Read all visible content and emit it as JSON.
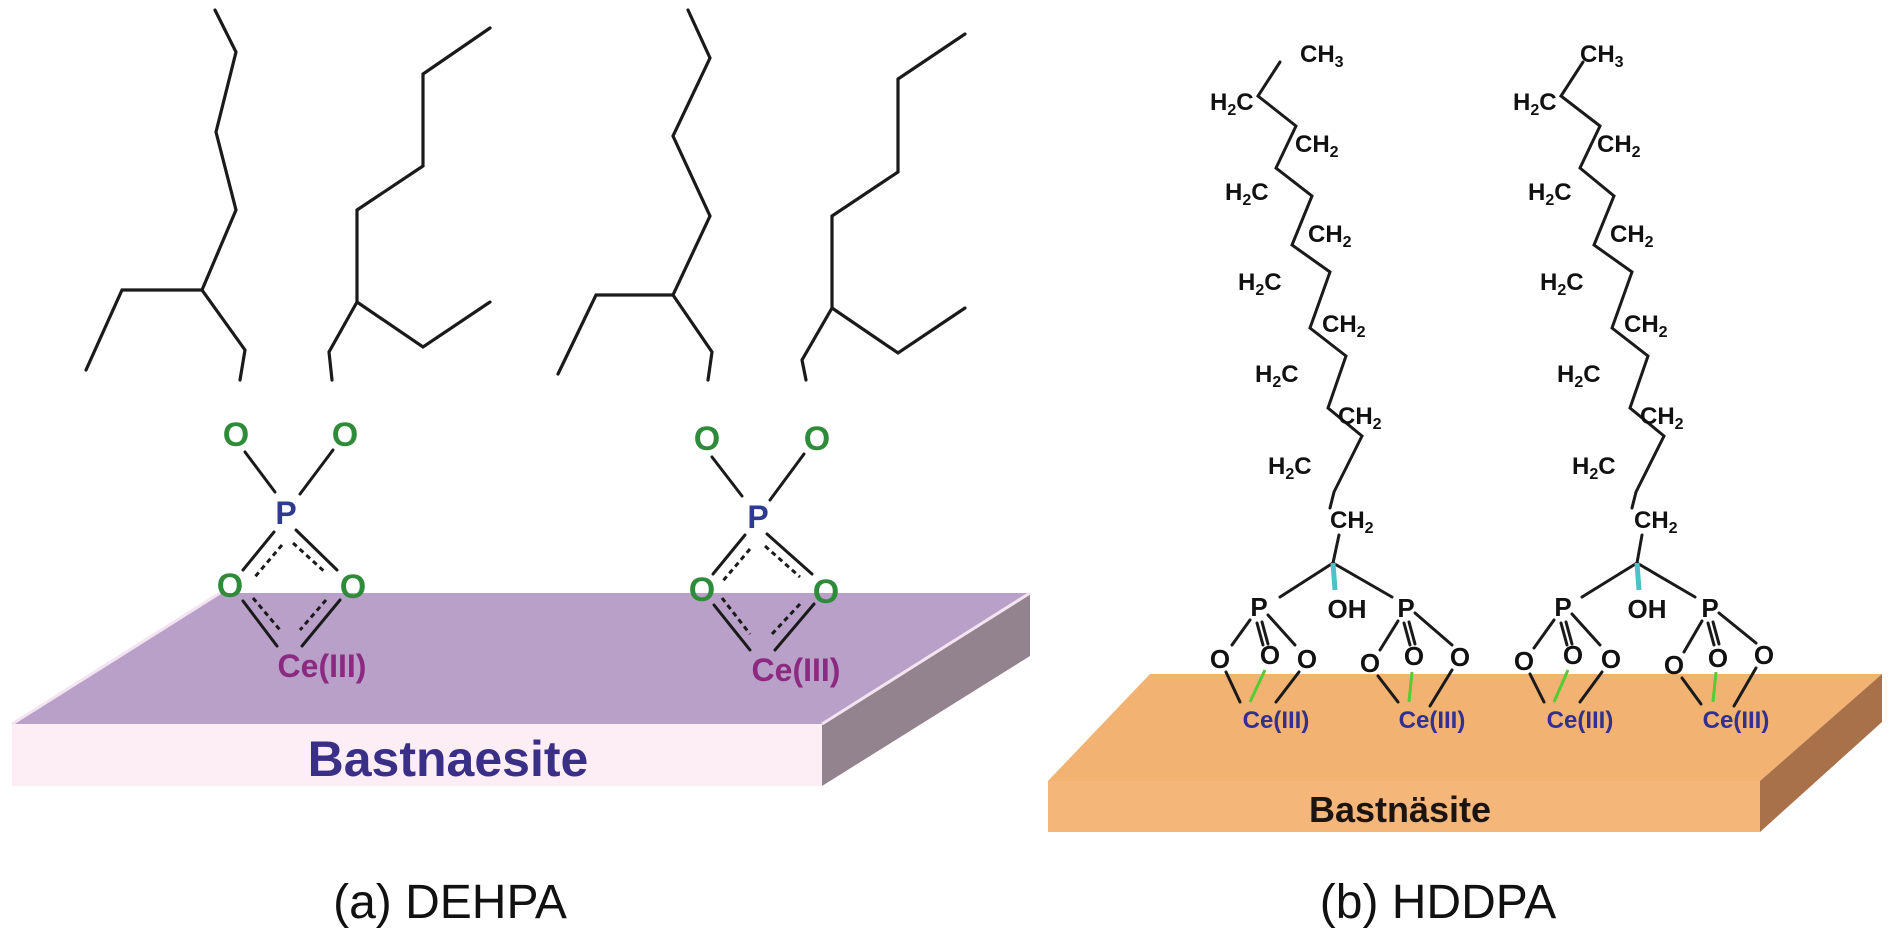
{
  "panel_a": {
    "caption": "(a)  DEHPA",
    "substrate_label": "Bastnaesite",
    "molecules": [
      {
        "p": "P",
        "o_ester_left": "O",
        "o_ester_right": "O",
        "o_bridge_left": "O",
        "o_bridge_right": "O",
        "metal": "Ce(III)"
      },
      {
        "p": "P",
        "o_ester_left": "O",
        "o_ester_right": "O",
        "o_bridge_left": "O",
        "o_bridge_right": "O",
        "metal": "Ce(III)"
      }
    ],
    "colors": {
      "oxygen": "#2e8b3a",
      "phosphorus": "#2f3b8f",
      "cerium": "#8b2a80",
      "slab_top": "#b8a0c8",
      "slab_front": "#fdeef6",
      "slab_side": "#93838f"
    }
  },
  "panel_b": {
    "caption": "(b)  HDDPA",
    "substrate_label": "Bastnäsite",
    "chains": [
      {
        "terminal": {
          "main": "CH",
          "sub": "3"
        },
        "groups": [
          {
            "main": "H",
            "sub": "2",
            "tail": "C"
          },
          {
            "main": "CH",
            "sub": "2"
          },
          {
            "main": "H",
            "sub": "2",
            "tail": "C"
          },
          {
            "main": "CH",
            "sub": "2"
          },
          {
            "main": "H",
            "sub": "2",
            "tail": "C"
          },
          {
            "main": "CH",
            "sub": "2"
          },
          {
            "main": "H",
            "sub": "2",
            "tail": "C"
          },
          {
            "main": "CH",
            "sub": "2"
          },
          {
            "main": "H",
            "sub": "2",
            "tail": "C"
          },
          {
            "main": "CH",
            "sub": "2"
          }
        ],
        "hydroxyl": "OH",
        "phosphonates": [
          {
            "p": "P",
            "oxygens": [
              "O",
              "O",
              "O"
            ],
            "metal": "Ce(III)"
          },
          {
            "p": "P",
            "oxygens": [
              "O",
              "O",
              "O"
            ],
            "metal": "Ce(III)"
          }
        ]
      },
      {
        "terminal": {
          "main": "CH",
          "sub": "3"
        },
        "groups": [
          {
            "main": "H",
            "sub": "2",
            "tail": "C"
          },
          {
            "main": "CH",
            "sub": "2"
          },
          {
            "main": "H",
            "sub": "2",
            "tail": "C"
          },
          {
            "main": "CH",
            "sub": "2"
          },
          {
            "main": "H",
            "sub": "2",
            "tail": "C"
          },
          {
            "main": "CH",
            "sub": "2"
          },
          {
            "main": "H",
            "sub": "2",
            "tail": "C"
          },
          {
            "main": "CH",
            "sub": "2"
          },
          {
            "main": "H",
            "sub": "2",
            "tail": "C"
          },
          {
            "main": "CH",
            "sub": "2"
          }
        ],
        "hydroxyl": "OH",
        "phosphonates": [
          {
            "p": "P",
            "oxygens": [
              "O",
              "O",
              "O"
            ],
            "metal": "Ce(III)"
          },
          {
            "p": "P",
            "oxygens": [
              "O",
              "O",
              "O"
            ],
            "metal": "Ce(III)"
          }
        ]
      }
    ],
    "colors": {
      "cerium": "#33308f",
      "hydroxyl_bond": "#4cc3c8",
      "coordination_bond": "#55cc33",
      "slab_top": "#f2b272",
      "slab_front": "#f4b679",
      "slab_side": "#a8714a"
    }
  }
}
